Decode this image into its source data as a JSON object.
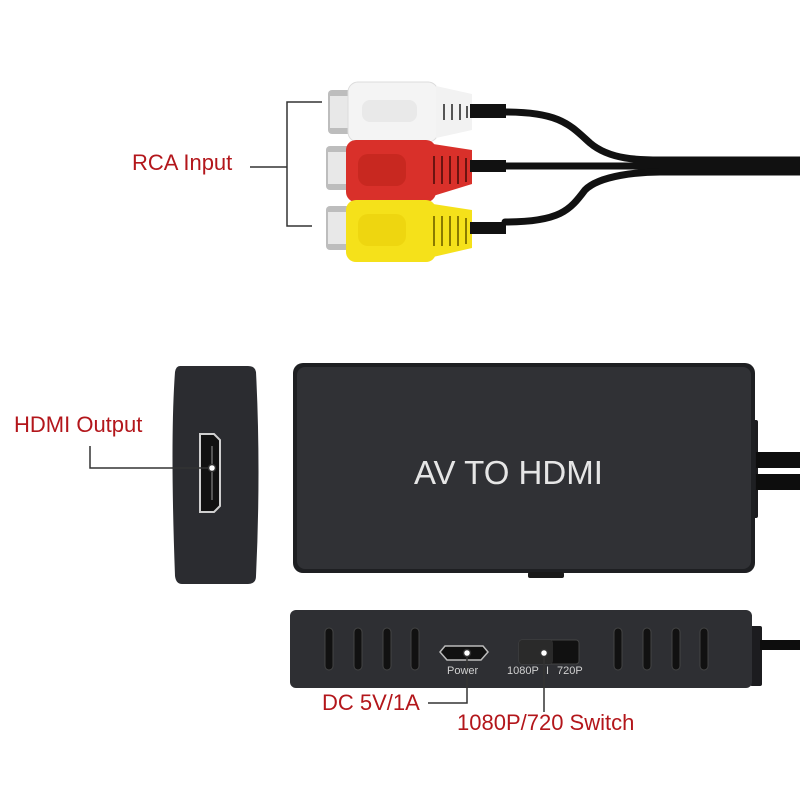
{
  "callouts": {
    "rca_input": "RCA Input",
    "hdmi_output": "HDMI Output",
    "dc_power": "DC 5V/1A",
    "resolution_switch": "1080P/720 Switch"
  },
  "device": {
    "top_label": "AV TO HDMI",
    "power_port_label": "Power",
    "switch_label_left": "1080P",
    "switch_separator": "I",
    "switch_label_right": "720P"
  },
  "icons": {
    "rca_plugs": [
      "rca-plug-white-icon",
      "rca-plug-red-icon",
      "rca-plug-yellow-icon"
    ],
    "hdmi_port": "hdmi-port-icon",
    "micro_usb_port": "micro-usb-port-icon",
    "slide_switch": "slide-switch-icon"
  },
  "colors": {
    "callout_text": "#b3161b",
    "device_body": "#2e2f33",
    "plug_white": "#f2f2f2",
    "plug_red": "#d9302a",
    "plug_yellow": "#f5e11a",
    "cable": "#111111"
  }
}
